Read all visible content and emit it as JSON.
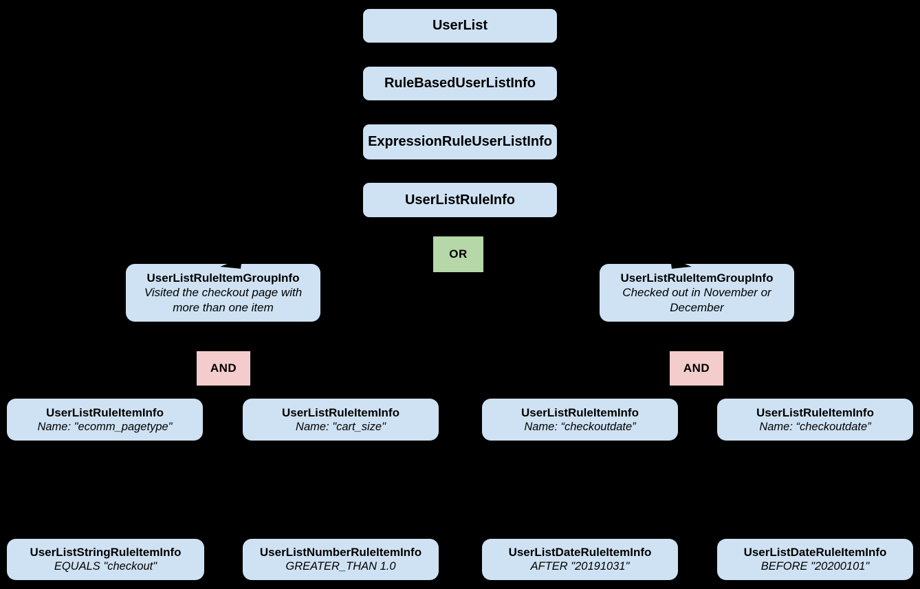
{
  "colors": {
    "background": "#000000",
    "class_box": "#cfe2f3",
    "or_box": "#b6d7a8",
    "and_box": "#f4cccc",
    "text": "#000000",
    "connector": "#000000"
  },
  "nodes": {
    "userlist": {
      "title": "UserList"
    },
    "rulebaseduserlistinfo": {
      "title": "RuleBasedUserListInfo"
    },
    "expressionruleuserlistinfo": {
      "title": "ExpressionRuleUserListInfo"
    },
    "userlistruleinfo": {
      "title": "UserListRuleInfo"
    },
    "or_operator": {
      "label": "OR"
    },
    "group_left": {
      "title": "UserListRuleItemGroupInfo",
      "subtitle": "Visited the checkout page with more than one item"
    },
    "group_right": {
      "title": "UserListRuleItemGroupInfo",
      "subtitle": "Checked out in November or December"
    },
    "and_left": {
      "label": "AND"
    },
    "and_right": {
      "label": "AND"
    },
    "item_ecomm_pagetype": {
      "title": "UserListRuleItemInfo",
      "subtitle": "Name: \"ecomm_pagetype\""
    },
    "item_cart_size": {
      "title": "UserListRuleItemInfo",
      "subtitle": "Name: \"cart_size\""
    },
    "item_checkoutdate_1": {
      "title": "UserListRuleItemInfo",
      "subtitle": "Name: “checkoutdate”"
    },
    "item_checkoutdate_2": {
      "title": "UserListRuleItemInfo",
      "subtitle": "Name: “checkoutdate”"
    },
    "leaf_string": {
      "title": "UserListStringRuleItemInfo",
      "subtitle": "EQUALS \"checkout\""
    },
    "leaf_number": {
      "title": "UserListNumberRuleItemInfo",
      "subtitle": "GREATER_THAN 1.0"
    },
    "leaf_date_after": {
      "title": "UserListDateRuleItemInfo",
      "subtitle": "AFTER \"20191031\""
    },
    "leaf_date_before": {
      "title": "UserListDateRuleItemInfo",
      "subtitle": "BEFORE \"20200101\""
    }
  }
}
